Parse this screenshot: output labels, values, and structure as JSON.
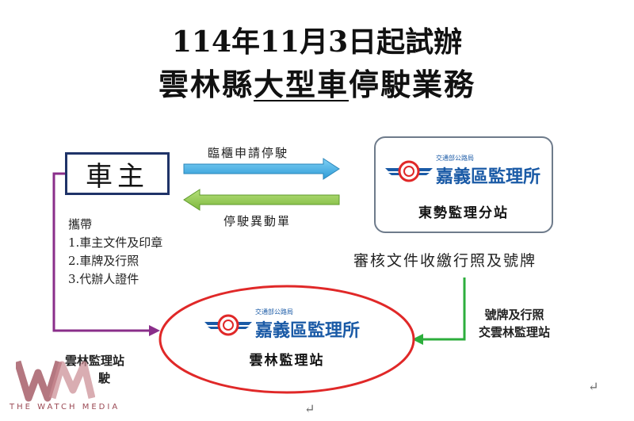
{
  "title": {
    "line1": "114年11月3日起試辦",
    "line2_pre": "雲林縣",
    "line2_underlined": "大型車",
    "line2_post": "停駛業務"
  },
  "owner_box": {
    "label": "車主"
  },
  "arrow_apply": {
    "label": "臨櫃申請停駛"
  },
  "arrow_return": {
    "label": "停駛異動單"
  },
  "east_station": {
    "agency_small": "交通部公路局",
    "agency_name": "嘉義區監理所",
    "name": "東勢監理分站"
  },
  "review_text": "審核文件收繳行照及號牌",
  "carry": {
    "heading": "攜帶",
    "items": [
      "1.車主文件及印章",
      "2.車牌及行照",
      "3.代辦人證件"
    ]
  },
  "yunlin_station": {
    "agency_small": "交通部公路局",
    "agency_name": "嘉義區監理所",
    "name": "雲林監理站"
  },
  "handover_text": {
    "line1": "號牌及行照",
    "line2": "交雲林監理站"
  },
  "left_note": {
    "line1": "雲林監理站",
    "line2": "駛"
  },
  "watermark": {
    "text": "THE WATCH MEDIA"
  },
  "return_marks": [
    "↵",
    "↵"
  ],
  "colors": {
    "owner_border": "#1f3368",
    "apply_arrow": "#3aa8e0",
    "return_arrow": "#8cc34a",
    "left_line": "#8a2e8a",
    "right_line": "#2cae3c",
    "ellipse": "#e02828",
    "agency_blue": "#1a5aa6",
    "watermark": "#9b4a55"
  }
}
